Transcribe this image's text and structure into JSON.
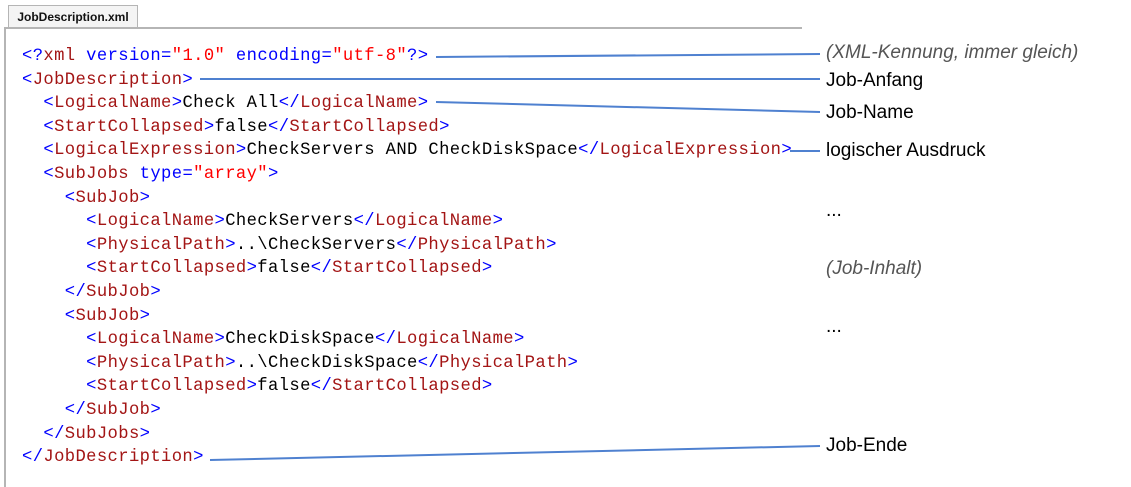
{
  "tab": {
    "title": "JobDescription.xml"
  },
  "colors": {
    "bracket": "#0000ff",
    "element": "#a31515",
    "attr_value": "#ff0000",
    "annotation_line": "#4f81d0"
  },
  "code_lines": [
    {
      "indent": 0,
      "tokens": [
        [
          "br",
          "<?"
        ],
        [
          "el",
          "xml"
        ],
        [
          "an",
          " version"
        ],
        [
          "br",
          "="
        ],
        [
          "at",
          "\"1.0\""
        ],
        [
          "an",
          " encoding"
        ],
        [
          "br",
          "="
        ],
        [
          "at",
          "\"utf-8\""
        ],
        [
          "br",
          "?>"
        ]
      ]
    },
    {
      "indent": 0,
      "tokens": [
        [
          "br",
          "<"
        ],
        [
          "el",
          "JobDescription"
        ],
        [
          "br",
          ">"
        ]
      ]
    },
    {
      "indent": 1,
      "tokens": [
        [
          "br",
          "<"
        ],
        [
          "el",
          "LogicalName"
        ],
        [
          "br",
          ">"
        ],
        [
          "tx",
          "Check All"
        ],
        [
          "br",
          "</"
        ],
        [
          "el",
          "LogicalName"
        ],
        [
          "br",
          ">"
        ]
      ]
    },
    {
      "indent": 1,
      "tokens": [
        [
          "br",
          "<"
        ],
        [
          "el",
          "StartCollapsed"
        ],
        [
          "br",
          ">"
        ],
        [
          "tx",
          "false"
        ],
        [
          "br",
          "</"
        ],
        [
          "el",
          "StartCollapsed"
        ],
        [
          "br",
          ">"
        ]
      ]
    },
    {
      "indent": 1,
      "tokens": [
        [
          "br",
          "<"
        ],
        [
          "el",
          "LogicalExpression"
        ],
        [
          "br",
          ">"
        ],
        [
          "tx",
          "CheckServers AND CheckDiskSpace"
        ],
        [
          "br",
          "</"
        ],
        [
          "el",
          "LogicalExpression"
        ],
        [
          "br",
          ">"
        ]
      ]
    },
    {
      "indent": 1,
      "tokens": [
        [
          "br",
          "<"
        ],
        [
          "el",
          "SubJobs"
        ],
        [
          "an",
          " type"
        ],
        [
          "br",
          "="
        ],
        [
          "at",
          "\"array\""
        ],
        [
          "br",
          ">"
        ]
      ]
    },
    {
      "indent": 2,
      "tokens": [
        [
          "br",
          "<"
        ],
        [
          "el",
          "SubJob"
        ],
        [
          "br",
          ">"
        ]
      ]
    },
    {
      "indent": 3,
      "tokens": [
        [
          "br",
          "<"
        ],
        [
          "el",
          "LogicalName"
        ],
        [
          "br",
          ">"
        ],
        [
          "tx",
          "CheckServers"
        ],
        [
          "br",
          "</"
        ],
        [
          "el",
          "LogicalName"
        ],
        [
          "br",
          ">"
        ]
      ]
    },
    {
      "indent": 3,
      "tokens": [
        [
          "br",
          "<"
        ],
        [
          "el",
          "PhysicalPath"
        ],
        [
          "br",
          ">"
        ],
        [
          "tx",
          "..\\CheckServers"
        ],
        [
          "br",
          "</"
        ],
        [
          "el",
          "PhysicalPath"
        ],
        [
          "br",
          ">"
        ]
      ]
    },
    {
      "indent": 3,
      "tokens": [
        [
          "br",
          "<"
        ],
        [
          "el",
          "StartCollapsed"
        ],
        [
          "br",
          ">"
        ],
        [
          "tx",
          "false"
        ],
        [
          "br",
          "</"
        ],
        [
          "el",
          "StartCollapsed"
        ],
        [
          "br",
          ">"
        ]
      ]
    },
    {
      "indent": 2,
      "tokens": [
        [
          "br",
          "</"
        ],
        [
          "el",
          "SubJob"
        ],
        [
          "br",
          ">"
        ]
      ]
    },
    {
      "indent": 2,
      "tokens": [
        [
          "br",
          "<"
        ],
        [
          "el",
          "SubJob"
        ],
        [
          "br",
          ">"
        ]
      ]
    },
    {
      "indent": 3,
      "tokens": [
        [
          "br",
          "<"
        ],
        [
          "el",
          "LogicalName"
        ],
        [
          "br",
          ">"
        ],
        [
          "tx",
          "CheckDiskSpace"
        ],
        [
          "br",
          "</"
        ],
        [
          "el",
          "LogicalName"
        ],
        [
          "br",
          ">"
        ]
      ]
    },
    {
      "indent": 3,
      "tokens": [
        [
          "br",
          "<"
        ],
        [
          "el",
          "PhysicalPath"
        ],
        [
          "br",
          ">"
        ],
        [
          "tx",
          "..\\CheckDiskSpace"
        ],
        [
          "br",
          "</"
        ],
        [
          "el",
          "PhysicalPath"
        ],
        [
          "br",
          ">"
        ]
      ]
    },
    {
      "indent": 3,
      "tokens": [
        [
          "br",
          "<"
        ],
        [
          "el",
          "StartCollapsed"
        ],
        [
          "br",
          ">"
        ],
        [
          "tx",
          "false"
        ],
        [
          "br",
          "</"
        ],
        [
          "el",
          "StartCollapsed"
        ],
        [
          "br",
          ">"
        ]
      ]
    },
    {
      "indent": 2,
      "tokens": [
        [
          "br",
          "</"
        ],
        [
          "el",
          "SubJob"
        ],
        [
          "br",
          ">"
        ]
      ]
    },
    {
      "indent": 1,
      "tokens": [
        [
          "br",
          "</"
        ],
        [
          "el",
          "SubJobs"
        ],
        [
          "br",
          ">"
        ]
      ]
    },
    {
      "indent": 0,
      "tokens": [
        [
          "br",
          "</"
        ],
        [
          "el",
          "JobDescription"
        ],
        [
          "br",
          ">"
        ]
      ]
    }
  ],
  "annotations": {
    "xml_id": "(XML-Kennung, immer gleich)",
    "job_start": "Job-Anfang",
    "job_name": "Job-Name",
    "logical_expression": "logischer Ausdruck",
    "ellipsis_1": "...",
    "job_content": "(Job-Inhalt)",
    "ellipsis_2": "...",
    "job_end": "Job-Ende"
  }
}
